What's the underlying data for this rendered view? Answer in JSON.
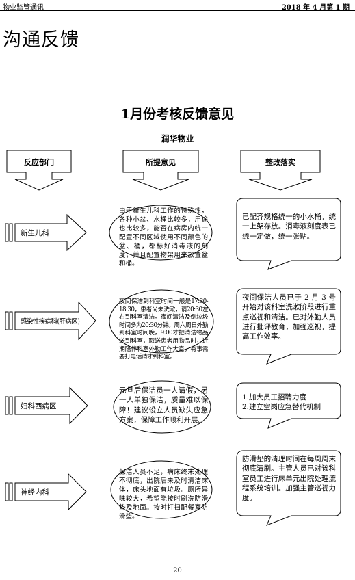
{
  "header": {
    "left": "物业监管通讯",
    "right": "2018 年 4 月第 1 期"
  },
  "page_title": "沟通反馈",
  "doc_title": "1月份考核反馈意见",
  "subtitle": "润华物业",
  "columns": [
    "反应部门",
    "所提意见",
    "整改落实"
  ],
  "rows": [
    {
      "department": "新生儿科",
      "opinion": "由于新生儿科工作的特殊性，各种小盆、水桶比较多，用途也比较多，能否在病房内统一配置不同区域使用不同颜色的盆、桶，都标好消毒液的刻度，并且配置物架用来放置盆和桶。",
      "rectification": "已配齐规格统一的小水桶，统一上架存放。消毒液刻度表已统一定做，统一张贴。"
    },
    {
      "department": "感染性疾病科(肝病区)",
      "opinion": "夜间保洁到科室时间一般是17:30-18:30，患者尚未洗漱，请20:30左右到科室清洁。夜间清洁及倒垃圾时间多为20:30分钟。周六周日外勤到科室时间晚，9:00才把清洁物品送到科室，取送患者用物品时，近期陪伴科室外勤工作大意，有事需要打电话请才到科室。",
      "rectification": "夜间保洁人员已于 2 月 3 号开始对该科室洗漱阶段进行重点巡视和清洁。已对外勤人员进行批评教育，加强巡视，提高工作效率。"
    },
    {
      "department": "妇科西病区",
      "opinion": "元旦后保洁员一人请假，另一人单独保洁，质量难以保障！建议设立人员缺失应急方案，保障工作顺利开展。",
      "rectification": [
        "1.加大员工招聘力度",
        "2.建立空岗应急替代机制"
      ]
    },
    {
      "department": "神经内科",
      "opinion": "保洁人员不足，病床终末处理不彻底，出院后未及时清洁床体，床头地面有垃圾。厕所异味较大，希望能按时刷洗防滑垫及地面。按时打扫配餐室防滑垫。",
      "rectification": "防滑垫的清理时间在每周周末彻底清刷。主管人员已对该科室员工进行床单元出院处理流程系统培训。加强主管巡视力度。"
    }
  ],
  "page_number": "20"
}
